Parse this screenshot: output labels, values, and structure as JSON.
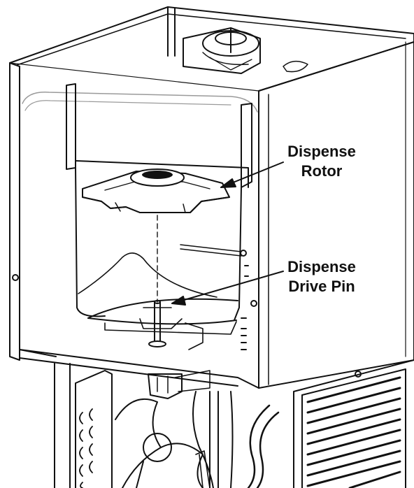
{
  "labels": {
    "rotor": {
      "line1": "Dispense",
      "line2": "Rotor"
    },
    "drive_pin": {
      "line1": "Dispense",
      "line2": "Drive Pin"
    }
  },
  "colors": {
    "line": "#111111",
    "light_line": "#9a9a9a",
    "background": "#ffffff"
  }
}
